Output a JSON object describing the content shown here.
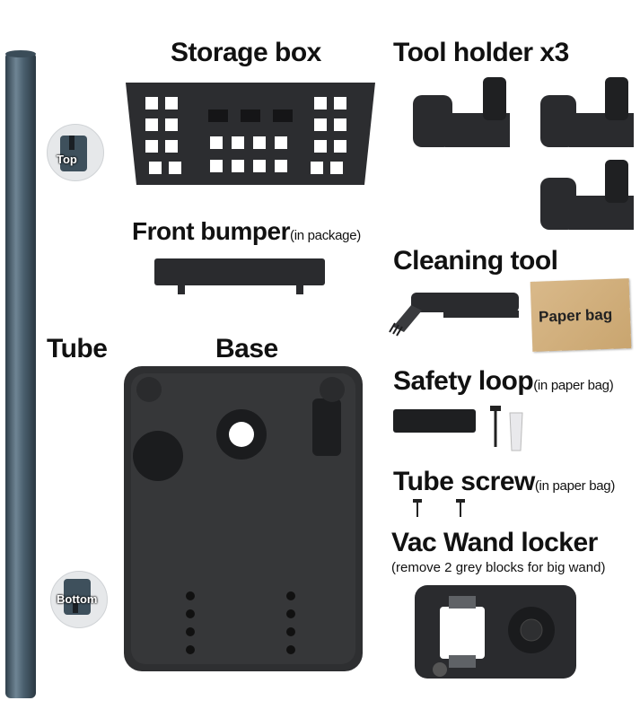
{
  "labels": {
    "storage_box": "Storage box",
    "tool_holder": "Tool holder x3",
    "front_bumper": "Front bumper",
    "front_bumper_note": "(in package)",
    "cleaning_tool": "Cleaning tool",
    "paper_bag": "Paper bag",
    "tube": "Tube",
    "base": "Base",
    "safety_loop": "Safety loop",
    "safety_loop_note": "(in paper bag)",
    "tube_screw": "Tube screw",
    "tube_screw_note": "(in paper bag)",
    "vac_wand_locker": "Vac Wand locker",
    "vac_wand_note": "(remove 2 grey blocks for big wand)",
    "top": "Top",
    "bottom": "Bottom"
  },
  "colors": {
    "tube": "#4a5f6e",
    "plastic": "#2b2b2d",
    "paper": "#cfae7a"
  }
}
